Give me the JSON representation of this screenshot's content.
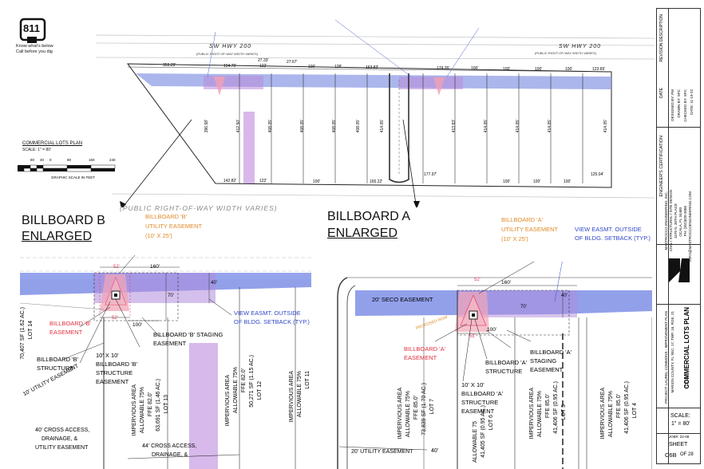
{
  "logo": {
    "number": "811",
    "line1": "Know what's below",
    "line2": "Call before you dig"
  },
  "scale_block": {
    "title": "COMMERCIAL LOTS PLAN",
    "scale_note": "SCALE: 1\" = 80'",
    "ticks": [
      "80",
      "40",
      "0",
      "80",
      "160",
      "240"
    ],
    "caption": "GRAPHIC SCALE IN FEET"
  },
  "top_plan": {
    "road": "SW HWY 200",
    "road_note": "(PUBLIC RIGHT-OF-WAY WIDTH VARIES)",
    "road_note2": "(PUBLIC RIGHT-OF-WAY WIDTH VARIES)",
    "dims_top": [
      "353.29'",
      "154.76'",
      "27.33'",
      "122'",
      "27.67'",
      "100'",
      "128'",
      "163.83'",
      "179.35'",
      "100'",
      "100'",
      "100'",
      "100'",
      "123.65'"
    ],
    "dims_bottom": [
      "142.82'",
      "122'",
      "100'",
      "165.22'",
      "177.97'",
      "100'",
      "100'",
      "100'",
      "125.04'"
    ],
    "dims_vertical": [
      "396.58'",
      "412.50'",
      "408.05'",
      "408.05'",
      "408.05'",
      "408.05'",
      "414.05'",
      "413.83'",
      "414.05'",
      "414.05'",
      "414.05'",
      "414.05'"
    ],
    "row_text": "(PUBLIC RIGHT-OF-WAY WIDTH VARIES)",
    "callout_b": "BILLBOARD B",
    "callout_a": "BILLBOARD A"
  },
  "panel_b": {
    "heading1": "BILLBOARD B",
    "heading2": "ENLARGED",
    "utility_line1": "BILLBOARD 'B'",
    "utility_line2": "UTILITY EASEMENT",
    "utility_line3": "(10' X 25')",
    "dim_52_top": "52'",
    "dim_160": "160'",
    "dim_40": "40'",
    "dim_70": "70'",
    "dim_100": "100'",
    "dim_52_bottom": "52'",
    "view_line1": "VIEW EASMT. OUTSIDE",
    "view_line2": "OF BLDG. SETBACK (TYP.)",
    "easement_line1": "BILLBOARD 'B'",
    "easement_line2": "EASEMENT",
    "staging_line1": "BILLBOARD 'B' STAGING",
    "staging_line2": "EASEMENT",
    "structure_line1": "BILLBOARD 'B'",
    "structure_line2": "STRUCTURE",
    "str_ease_line1": "10' X 10'",
    "str_ease_line2": "BILLBOARD 'B'",
    "str_ease_line3": "STRUCTURE",
    "str_ease_line4": "EASEMENT",
    "lot14_line1": "LOT 14",
    "lot14_line2": "70,407 SF (1.62 AC.)",
    "lot13_line1": "LOT 13",
    "lot13_line2": "63,691 SF (1.46 AC.)",
    "lot13_line3": "FFE 82.0'",
    "lot13_line4": "ALLOWABLE 75%",
    "lot13_line5": "IMPERVIOUS AREA",
    "lot12_line1": "LOT 12",
    "lot12_line2": "50,271 SF (1.15 AC.)",
    "lot12_line3": "FFE 82.0'",
    "lot12_line4": "ALLOWABLE 75%",
    "lot12_line5": "IMPERVIOUS AREA",
    "lot11_line1": "LOT 11",
    "lot11_line2": "ALLOWABLE 75%",
    "lot11_line3": "IMPERVIOUS AREA",
    "utility10": "10' UTILITY EASEMENT",
    "cross40_line1": "40' CROSS ACCESS,",
    "cross40_line2": "DRAINAGE, &",
    "cross40_line3": "UTILITY EASEMENT",
    "cross44_line1": "44' CROSS ACCESS,",
    "cross44_line2": "DRAINAGE, &"
  },
  "panel_a": {
    "heading1": "BILLBOARD A",
    "heading2": "ENLARGED",
    "utility_line1": "BILLBOARD 'A'",
    "utility_line2": "UTILITY EASEMENT",
    "utility_line3": "(10' X 25')",
    "view_line1": "VIEW EASMT. OUTSIDE",
    "view_line2": "OF BLDG. SETBACK (TYP.)",
    "dim_52_top": "52'",
    "dim_160": "160'",
    "dim_40": "40'",
    "dim_70": "70'",
    "dim_100": "100'",
    "dim_52_bottom": "52'",
    "seco": "20' SECO EASEMENT",
    "proposed": "PROPOSED ROW",
    "easement_line1": "BILLBOARD 'A'",
    "easement_line2": "EASEMENT",
    "structure_line1": "BILLBOARD 'A'",
    "structure_line2": "STRUCTURE",
    "staging_line1": "BILLBOARD 'A'",
    "staging_line2": "STAGING",
    "staging_line3": "EASEMENT",
    "str_ease_line1": "10' X 10'",
    "str_ease_line2": "BILLBOARD 'A'",
    "str_ease_line3": "STRUCTURE",
    "str_ease_line4": "EASEMENT",
    "lot7_line1": "LOT 7",
    "lot7_line2": "73,839 SF (1.70 AC.)",
    "lot7_line3": "FFE 85.0'",
    "lot7_line4": "ALLOWABLE 75%",
    "lot7_line5": "IMPERVIOUS AREA",
    "lot6_line1": "LOT 6",
    "lot6_line2": "41,405 SF (0.95 AC.)",
    "lot6_line3": "ALLOWABLE 75",
    "lot5_line1": "LOT 5",
    "lot5_line2": "41,406 SF (0.95 AC.)",
    "lot5_line3": "FFE 85.0'",
    "lot5_line4": "ALLOWABLE 75%",
    "lot5_line5": "IMPERVIOUS AREA",
    "lot4_line1": "LOT 4",
    "lot4_line2": "41,406 SF (0.95 AC.)",
    "lot4_line3": "FFE 85.0'",
    "lot4_line4": "ALLOWABLE 75%",
    "lot4_line5": "IMPERVIOUS AREA",
    "utility20": "20' UTILITY EASEMENT",
    "frag40": "40'"
  },
  "title_block": {
    "revision": "REVISION DESCRIPTION",
    "date_label": "DATE",
    "designed": "DESIGNED BY: PM",
    "drawn": "DRAWN BY: SPC",
    "checked": "CHECKED BY: SPC",
    "date": "DATE: 11-19-22",
    "cert_title": "ENGINEER'S CERTIFICATION",
    "firm_line1": "MASTROCCO ENGINEERING, INC.",
    "firm_line2": "CIVIL / STRUCTURAL / SITE DESIGN",
    "firm_line3": "1570 N. 30TH PLACE",
    "firm_line4": "OCALA, FL 34480",
    "firm_line5": "PH: (352)820-3086",
    "firm_line6": "INFO@MASTROCCOENGINEERING.COM",
    "sheet_title": "COMMERCIAL LOTS PLAN",
    "title_label": "TITLE:",
    "project_line1": "PROJECT: LAUREL COMMONS - IMPROVEMENT PLAN",
    "project_line2": "MARION COUNTY, FL  SEC. 17, TWP. 16, RGE. 21",
    "scale_label": "SCALE:",
    "scale_value": "1\" = 80'",
    "job_label": "JOB#: 22-08",
    "sheet_label": "SHEET",
    "sheet_number": "C6B",
    "sheet_of": "OF 28"
  }
}
